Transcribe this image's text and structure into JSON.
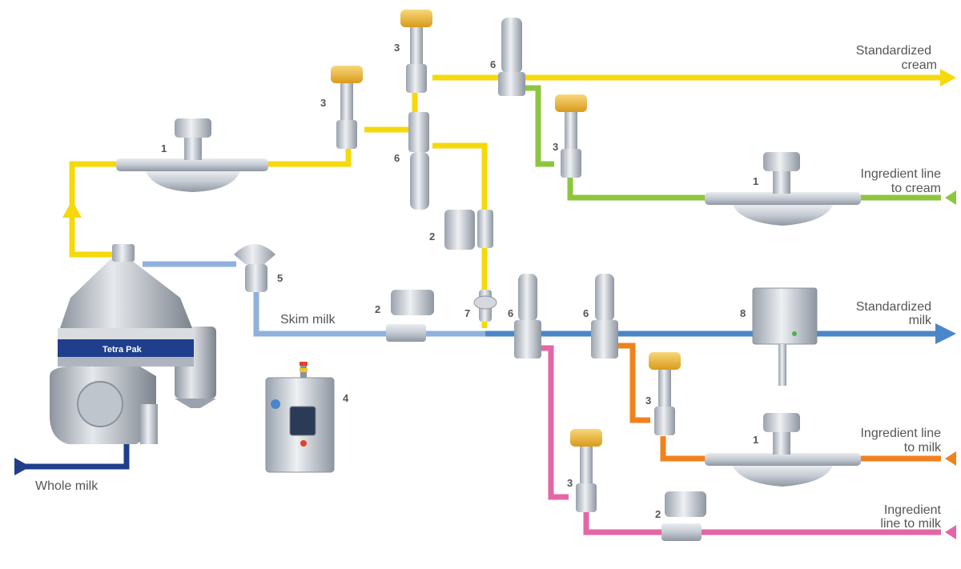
{
  "colors": {
    "cream": "#f5d90a",
    "skim": "#8fb1dc",
    "milk": "#4a86c8",
    "whole": "#1f3f8c",
    "green": "#8cc63f",
    "orange": "#f0821e",
    "pink": "#e466a6",
    "steel": "#c9ced6",
    "actuator": "#f2c14e"
  },
  "labels": {
    "standardized_cream": [
      "Standardized",
      "cream"
    ],
    "ingredient_cream": [
      "Ingredient line",
      "to cream"
    ],
    "standardized_milk": [
      "Standardized",
      "milk"
    ],
    "ingredient_milk_orange": [
      "Ingredient line",
      "to milk"
    ],
    "ingredient_milk_pink": [
      "Ingredient",
      "line to milk"
    ],
    "skim_milk": "Skim milk",
    "whole_milk": "Whole milk",
    "brand": "Tetra Pak"
  },
  "numbers": {
    "flowmeter_main": "1",
    "flowmeter_cream": "1",
    "flowmeter_milk": "1",
    "valve_top": "3",
    "valve_left": "3",
    "valve_green": "3",
    "valve_orange": "3",
    "valve_pink": "3",
    "meter_cream": "2",
    "meter_skim": "2",
    "meter_pink": "2",
    "valve6_top": "6",
    "valve6_mid": "6",
    "valve6_milk_a": "6",
    "valve6_milk_b": "6",
    "panel": "4",
    "regulator": "5",
    "sampler": "7",
    "analyzer": "8"
  }
}
